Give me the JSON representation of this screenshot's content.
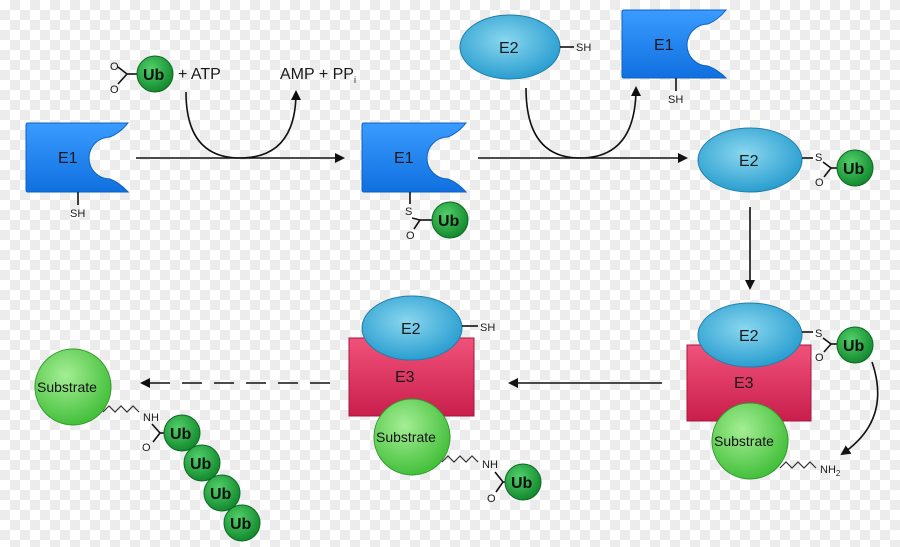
{
  "e1_label": "E1",
  "e2_label": "E2",
  "e3_label": "E3",
  "ub_label": "Ub",
  "substrate_label": "Substrate",
  "sh_label": "SH",
  "s_label": "S",
  "o_label": "O",
  "nh_label": "NH",
  "nh2_label": "NH",
  "nh2_sub": "2",
  "atp_label": "+ ATP",
  "amp_label": "AMP + PP",
  "amp_sub": "i",
  "colors": {
    "e1": "#1a82f0",
    "e2": "#3aafd8",
    "e3": "#d42a5a",
    "ub": "#1d9c3c",
    "substrate": "#5fd65f"
  },
  "icons": [
    "arrow-right-icon",
    "arrow-down-icon",
    "curved-arrow-icon",
    "dashed-arrow-icon"
  ]
}
